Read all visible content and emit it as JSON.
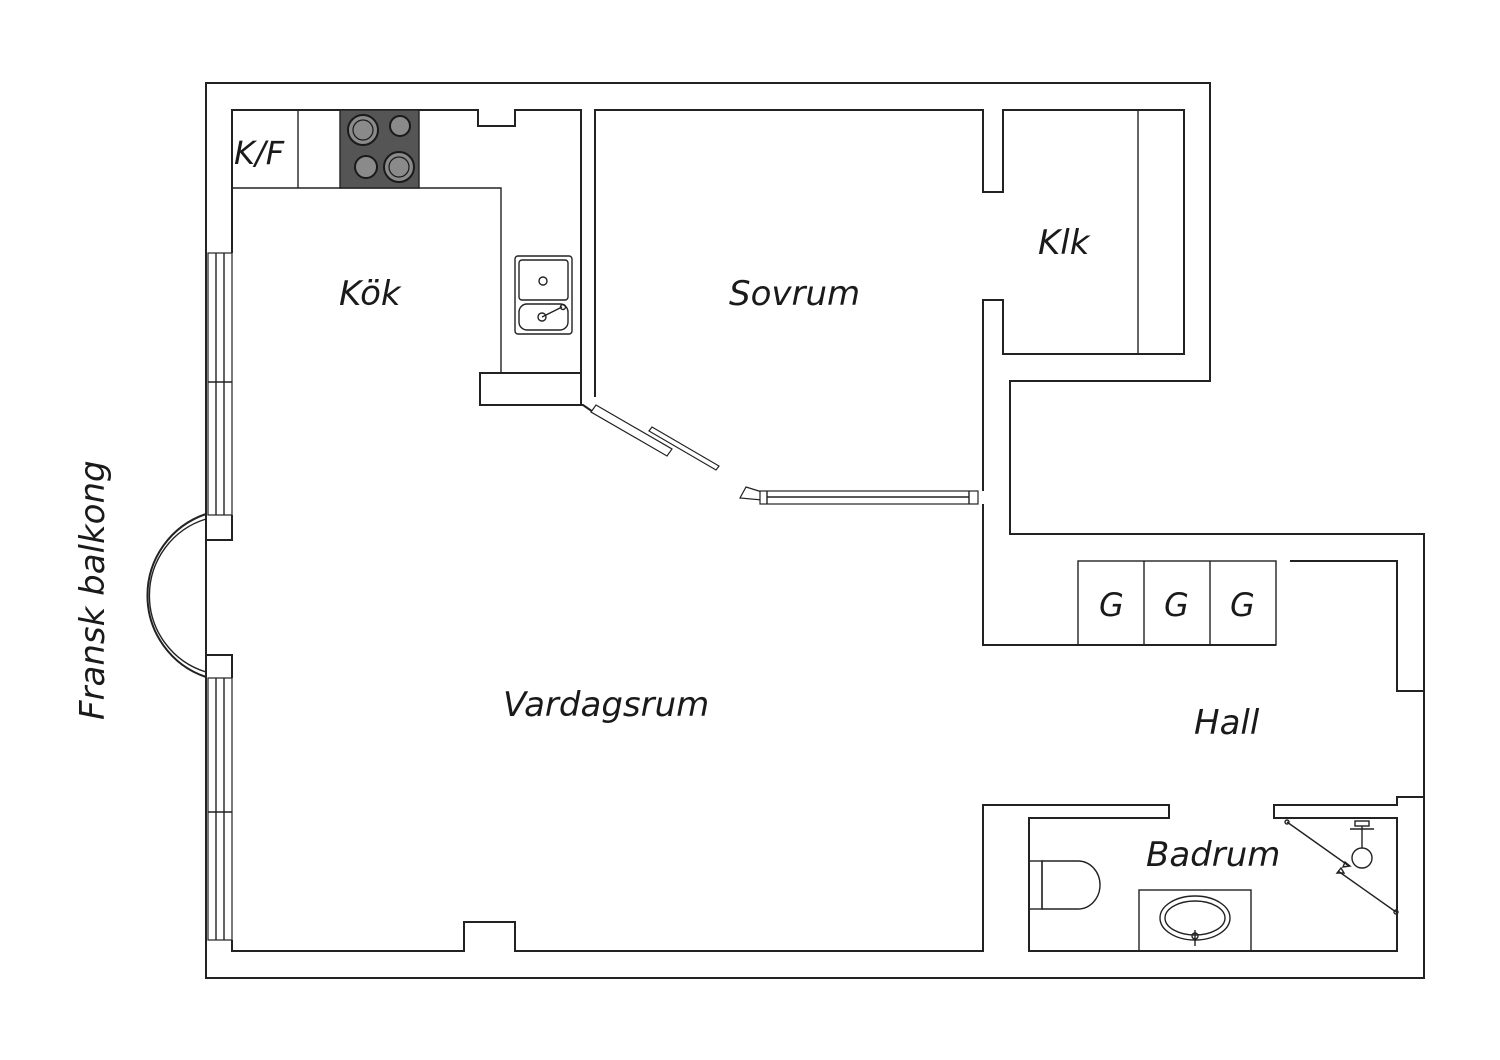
{
  "rooms": {
    "kitchen": "Kök",
    "bedroom": "Sovrum",
    "closet": "Klk",
    "living": "Vardagsrum",
    "hall": "Hall",
    "bathroom": "Badrum"
  },
  "fixtures": {
    "fridge_freezer": "K/F",
    "wardrobe_1": "G",
    "wardrobe_2": "G",
    "wardrobe_3": "G"
  },
  "balcony": "Fransk balkong",
  "colors": {
    "line": "#222222",
    "stove": "#555555",
    "burner": "#8a8a8a"
  }
}
